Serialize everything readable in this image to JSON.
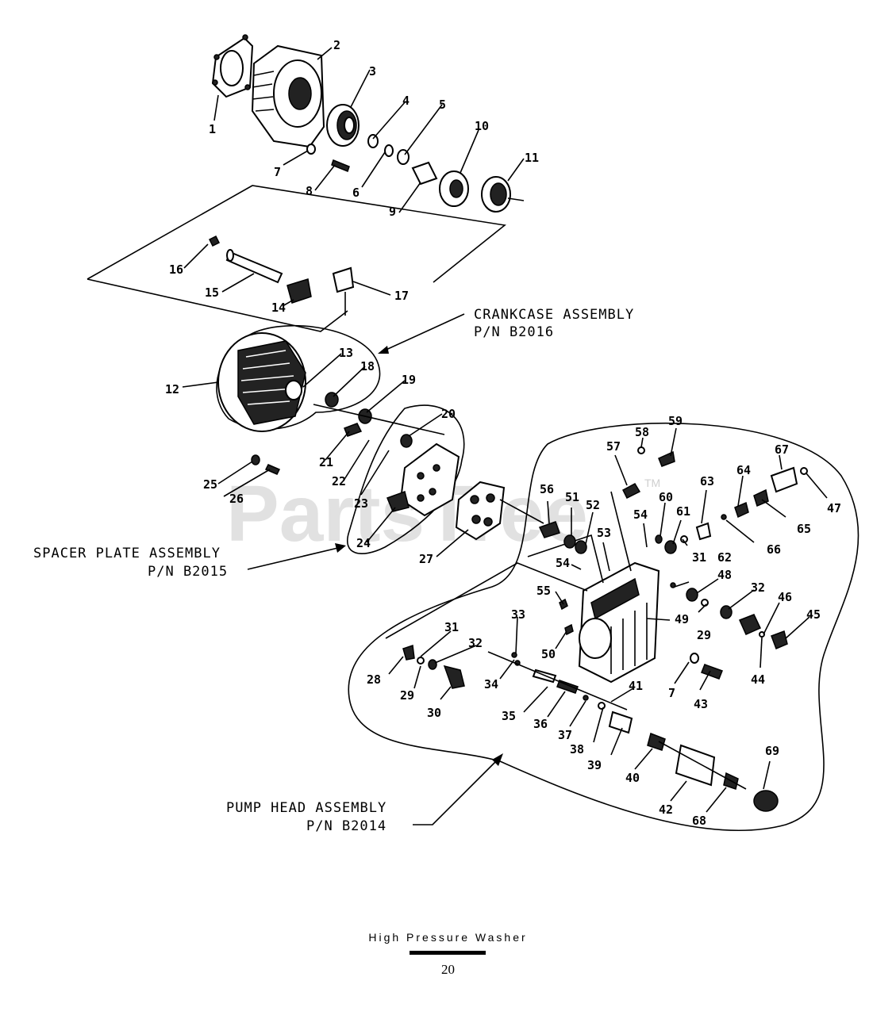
{
  "watermark": {
    "text": "PartsTree",
    "tm": "TM"
  },
  "assemblies": {
    "crankcase": {
      "name": "CRANKCASE ASSEMBLY",
      "pn": "P/N  B2016"
    },
    "spacer_plate": {
      "name": "SPACER PLATE ASSEMBLY",
      "pn": "P/N  B2015"
    },
    "pump_head": {
      "name": "PUMP HEAD ASSEMBLY",
      "pn": "P/N  B2014"
    }
  },
  "callouts": [
    "1",
    "2",
    "3",
    "4",
    "5",
    "6",
    "7",
    "8",
    "9",
    "10",
    "11",
    "12",
    "13",
    "14",
    "15",
    "16",
    "17",
    "18",
    "19",
    "20",
    "21",
    "22",
    "23",
    "24",
    "25",
    "26",
    "27",
    "28",
    "29",
    "30",
    "31",
    "32",
    "33",
    "34",
    "35",
    "36",
    "37",
    "38",
    "39",
    "40",
    "41",
    "42",
    "43",
    "44",
    "45",
    "46",
    "47",
    "48",
    "49",
    "50",
    "51",
    "52",
    "53",
    "54",
    "54",
    "55",
    "56",
    "57",
    "58",
    "59",
    "60",
    "61",
    "62",
    "63",
    "64",
    "65",
    "66",
    "67",
    "68",
    "69",
    "31",
    "32",
    "29",
    "7"
  ],
  "footer": {
    "title": "High Pressure Washer",
    "page": "20"
  }
}
